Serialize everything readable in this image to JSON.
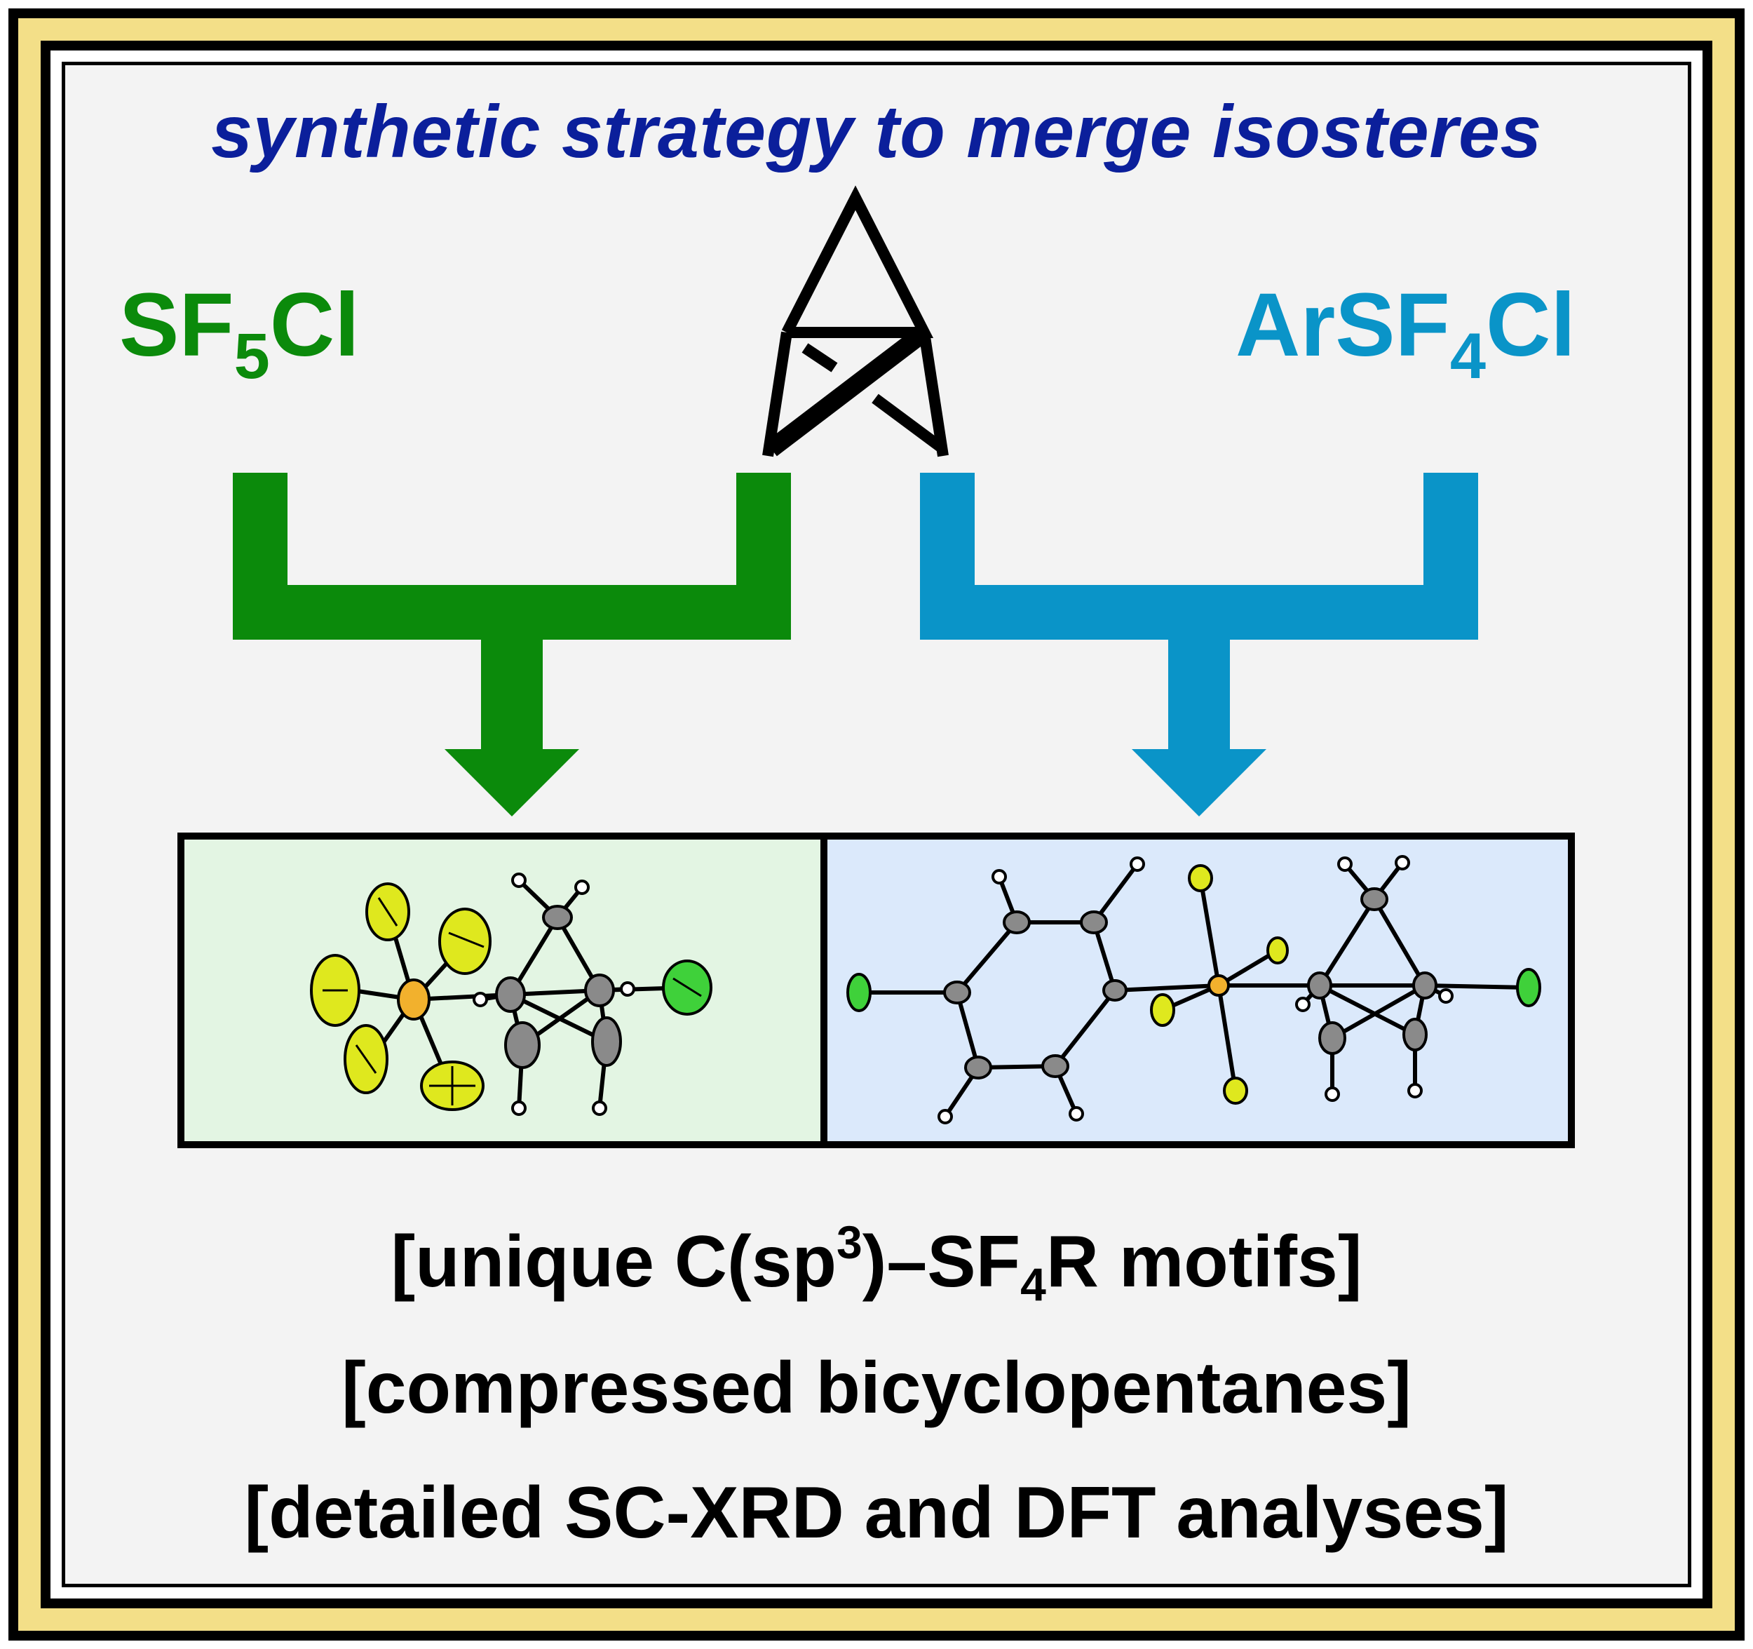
{
  "title": "synthetic strategy to merge isosteres",
  "reagent_left": {
    "main": "SF",
    "sub": "5",
    "tail": "Cl",
    "color": "#0b8a0b"
  },
  "reagent_right": {
    "main": "ArSF",
    "sub": "4",
    "tail": "Cl",
    "color": "#0a94c8"
  },
  "features": {
    "line1": {
      "pre": "[unique C(sp",
      "sup": "3",
      "mid": ")–SF",
      "sub": "4",
      "post": "R motifs]"
    },
    "line2": "[compressed bicyclopentanes]",
    "line3": "[detailed SC-XRD and DFT analyses]"
  },
  "colors": {
    "title": "#0b1f9b",
    "green": "#0b8a0b",
    "blue": "#0a94c8",
    "panel_left": "#e3f5e3",
    "panel_right": "#dbe9fb",
    "frame_gold": "#f3df88",
    "fluorine": "#dfe81e",
    "sulfur": "#f2b12d",
    "chlorine": "#3fd13a",
    "carbon": "#8a8a8a",
    "hydrogen": "#ffffff"
  },
  "icons": {
    "propellane": "propellane-structure-icon",
    "left_molecule": "sf5-bcp-cl-crystal-structure",
    "right_molecule": "arsf4-bcp-cl-crystal-structure"
  }
}
